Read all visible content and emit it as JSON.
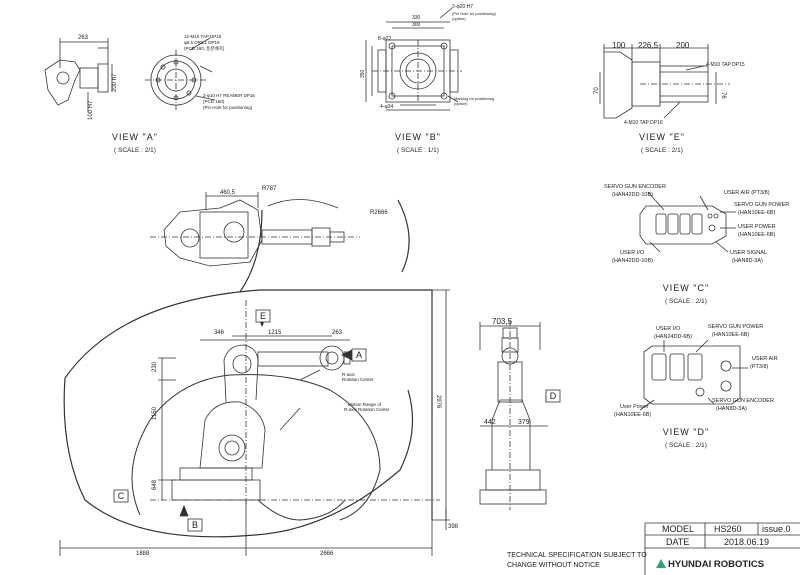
{
  "views": {
    "a": {
      "title": "VIEW \"A\"",
      "scale": "( SCALE : 2/1)"
    },
    "b": {
      "title": "VIEW \"B\"",
      "scale": "( SCALE : 1/1)"
    },
    "c": {
      "title": "VIEW \"C\"",
      "scale": "( SCALE : 2/1)"
    },
    "d": {
      "title": "VIEW \"D\"",
      "scale": "( SCALE : 2/1)"
    },
    "e": {
      "title": "VIEW \"E\"",
      "scale": "( SCALE : 2/1)"
    }
  },
  "view_a": {
    "dims": [
      "263",
      "200 h7",
      "100 H7"
    ],
    "notes": [
      "12-M10 TAP DP16",
      "φ8.5 DRILL DP19",
      "(PCD 180, 등분배치)",
      "2-φ10 H7 REAMER DP16",
      "(PCD 160)",
      "(Pin Hole for positioning)"
    ]
  },
  "view_b": {
    "dims": [
      "330",
      "300",
      "350",
      "8-φ22",
      "2-φ20 H7",
      "4-φ24"
    ],
    "notes": [
      "(Pin Hole for positioning)",
      "(option)",
      "Marking for positioning",
      "(option)"
    ]
  },
  "view_e": {
    "dims": [
      "100",
      "226,5",
      "200",
      "70",
      "76"
    ],
    "notes": [
      "4-M10 TAP DP15",
      "4-M10 TAP DP16"
    ]
  },
  "view_c": {
    "labels": {
      "servo_gun_encoder": "SERVO GUN ENCODER",
      "servo_gun_encoder_conn": "(HAN42DD-10B)",
      "user_air": "USER AIR (PT3/8)",
      "servo_gun_power": "SERVO GUN POWER",
      "servo_gun_power_conn": "(HAN10EE-6B)",
      "user_power": "USER POWER",
      "user_power_conn": "(HAN10EE-6B)",
      "user_io": "USER I/O",
      "user_io_conn": "(HAN42DD-10B)",
      "user_signal": "USER SIGNAL",
      "user_signal_conn": "(HAN8D-3A)"
    }
  },
  "view_d": {
    "labels": {
      "user_io": "USER I/O",
      "user_io_conn": "(HAN24DD-6B)",
      "servo_gun_power": "SERVO GUN POWER",
      "servo_gun_power_conn": "(HAN10EE-6B)",
      "user_air": "USER AIR",
      "user_air_conn": "(PT3/8)",
      "user_power": "User Power",
      "user_power_conn": "(HAN10EE-6B)",
      "servo_gun_encoder": "SERVO GUN ENCODER",
      "servo_gun_encoder_conn": "(HAN8D-3A)"
    }
  },
  "top_view": {
    "dims": [
      "460,5",
      "R787",
      "R2666"
    ]
  },
  "side_view": {
    "dims": [
      "346",
      "1215",
      "263",
      "230",
      "1150",
      "648",
      "1888",
      "2666",
      "2976",
      "398"
    ],
    "labels": [
      "R-axis",
      "Rotation Center",
      "Motion Range of",
      "R-axis Rotation Center"
    ],
    "markers": [
      "A",
      "B",
      "C",
      "E"
    ]
  },
  "front_view": {
    "dims": [
      "703,5",
      "442",
      "379"
    ],
    "marker": "D"
  },
  "title_block": {
    "model_label": "MODEL",
    "model_value": "HS260",
    "issue": "issue.0",
    "date_label": "DATE",
    "date_value": "2018.06.19",
    "company": "HYUNDAI ROBOTICS"
  },
  "footer_note": {
    "line1": "TECHNICAL SPECIFICATION SUBJECT TO",
    "line2": "CHANGE WITHOUT NOTICE"
  },
  "colors": {
    "line": "#222222",
    "brand": "#22aa77"
  }
}
